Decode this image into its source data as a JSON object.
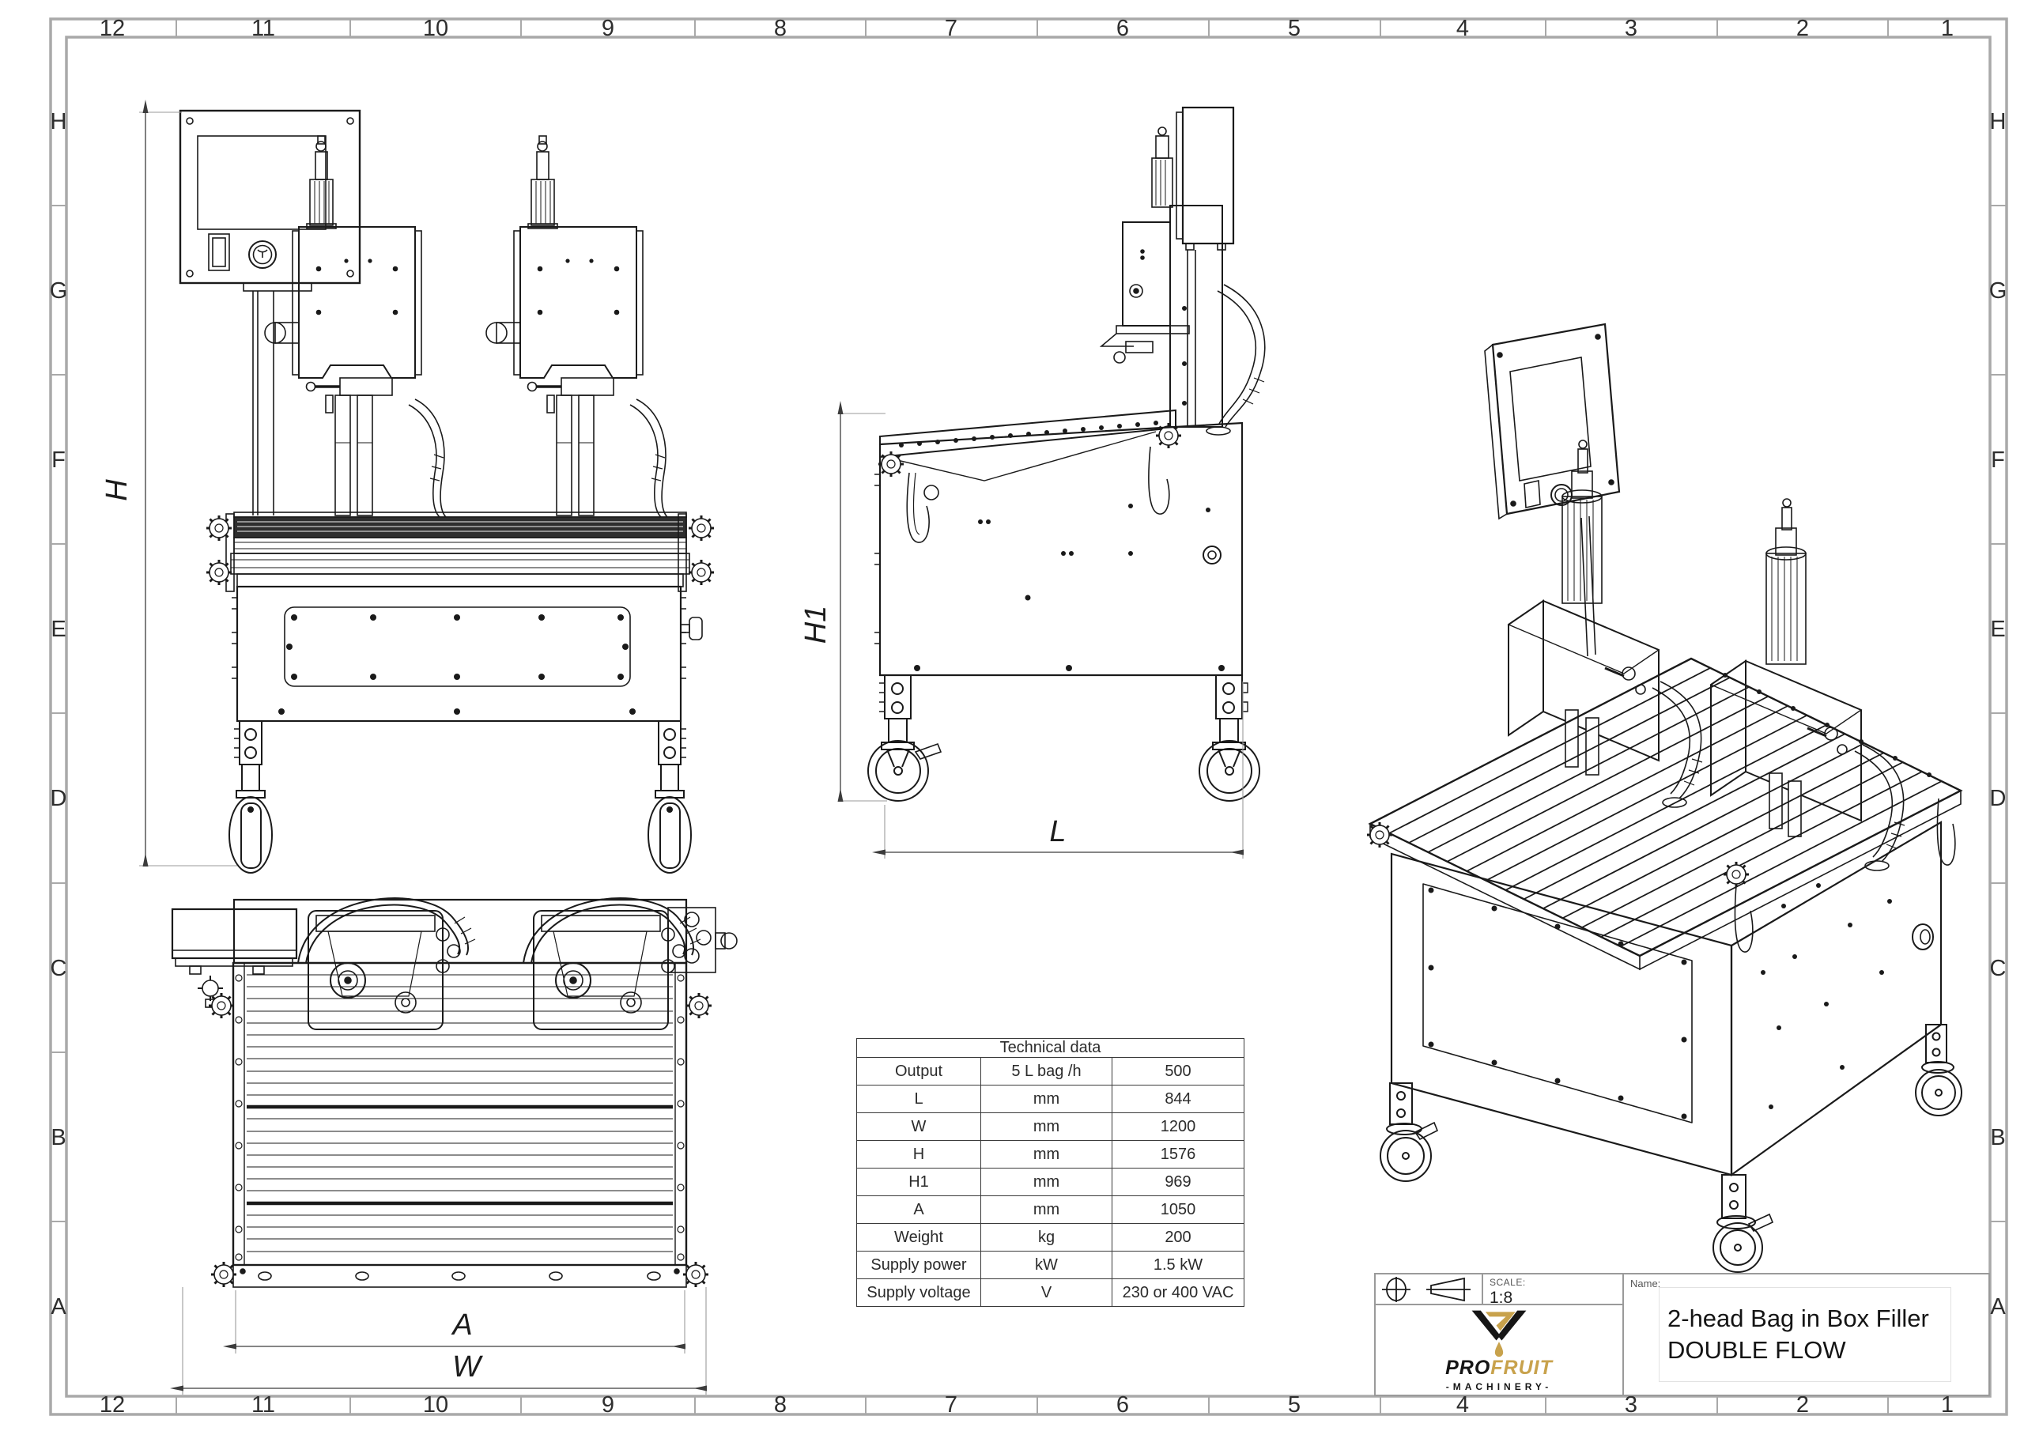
{
  "sheet": {
    "grid_columns": [
      "12",
      "11",
      "10",
      "9",
      "8",
      "7",
      "6",
      "5",
      "4",
      "3",
      "2",
      "1"
    ],
    "grid_rows": [
      "H",
      "G",
      "F",
      "E",
      "D",
      "C",
      "B",
      "A"
    ]
  },
  "dimension_labels": {
    "front_overall_height": "H",
    "side_table_height": "H1",
    "side_depth": "L",
    "top_roller_width": "A",
    "top_overall_width": "W"
  },
  "technical_data": {
    "title": "Technical data",
    "rows": [
      {
        "parameter": "Output",
        "unit": "5 L bag /h",
        "value": "500"
      },
      {
        "parameter": "L",
        "unit": "mm",
        "value": "844"
      },
      {
        "parameter": "W",
        "unit": "mm",
        "value": "1200"
      },
      {
        "parameter": "H",
        "unit": "mm",
        "value": "1576"
      },
      {
        "parameter": "H1",
        "unit": "mm",
        "value": "969"
      },
      {
        "parameter": "A",
        "unit": "mm",
        "value": "1050"
      },
      {
        "parameter": "Weight",
        "unit": "kg",
        "value": "200"
      },
      {
        "parameter": "Supply power",
        "unit": "kW",
        "value": "1.5 kW"
      },
      {
        "parameter": "Supply voltage",
        "unit": "V",
        "value": "230 or 400 VAC"
      }
    ]
  },
  "title_block": {
    "scale_label": "SCALE:",
    "scale_value": "1:8",
    "name_label": "Name:",
    "drawing_name_line1": "2-head Bag in Box Filler",
    "drawing_name_line2": "DOUBLE FLOW",
    "logo": {
      "brand_bold": "PRO",
      "brand_accent": "FRUIT",
      "subtitle": "-MACHINERY-"
    },
    "colors": {
      "logo_gold": "#C8A24C",
      "logo_black": "#161616"
    }
  }
}
